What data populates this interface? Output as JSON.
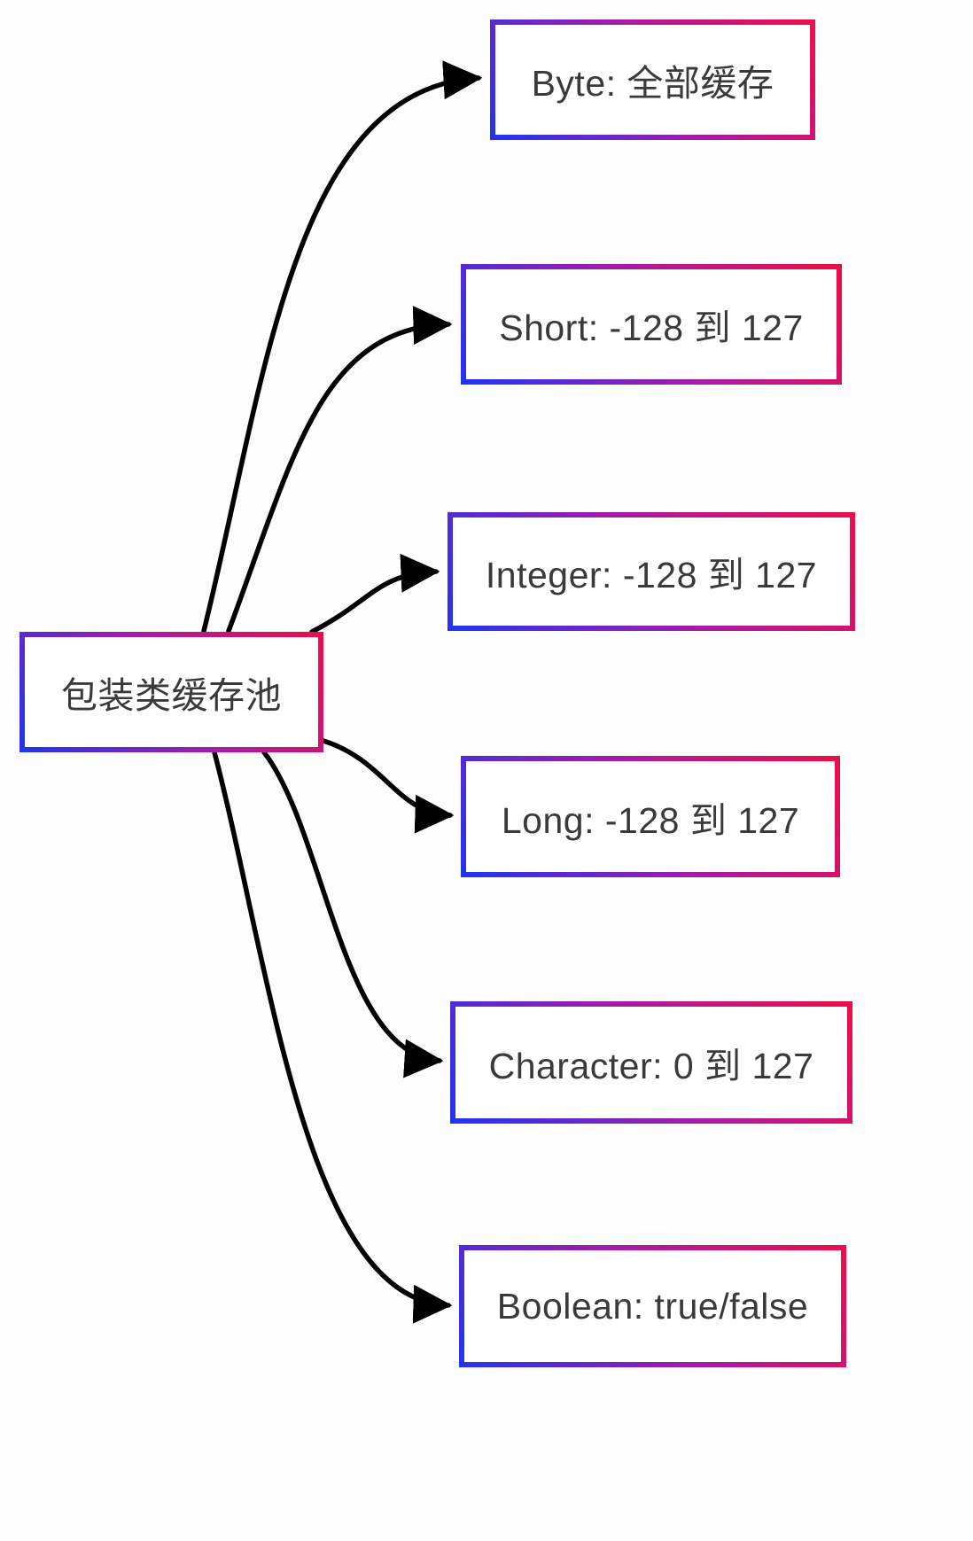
{
  "diagram": {
    "type": "flowchart",
    "root": {
      "id": "root",
      "label": "包装类缓存池"
    },
    "nodes": [
      {
        "id": "byte",
        "label": "Byte: 全部缓存"
      },
      {
        "id": "short",
        "label": "Short: -128 到 127"
      },
      {
        "id": "integer",
        "label": "Integer: -128 到 127"
      },
      {
        "id": "long",
        "label": "Long: -128 到 127"
      },
      {
        "id": "character",
        "label": "Character: 0 到 127"
      },
      {
        "id": "boolean",
        "label": "Boolean: true/false"
      }
    ],
    "edges": [
      {
        "from": "root",
        "to": "byte"
      },
      {
        "from": "root",
        "to": "short"
      },
      {
        "from": "root",
        "to": "integer"
      },
      {
        "from": "root",
        "to": "long"
      },
      {
        "from": "root",
        "to": "character"
      },
      {
        "from": "root",
        "to": "boolean"
      }
    ],
    "colors": {
      "border_gradient_start": "#2334ee",
      "border_gradient_mid": "#a81ba6",
      "border_gradient_end": "#ee0d49",
      "arrow": "#000000",
      "text": "#3a3a3a",
      "background": "#fdfdfd"
    }
  }
}
